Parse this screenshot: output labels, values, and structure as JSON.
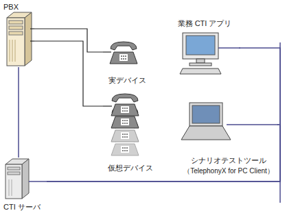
{
  "diagram": {
    "nodes": [
      {
        "text": [
          "PBX"
        ]
      },
      {
        "text": [
          "実デバイス"
        ]
      },
      {
        "text": [
          "仮想デバイス"
        ]
      },
      {
        "text": [
          "業務 CTI アプリ"
        ]
      },
      {
        "text": [
          "シナリオテストツール",
          "（TelephonyX for PC Client）"
        ]
      },
      {
        "text": [
          "CTI サーバ"
        ]
      }
    ],
    "edges": [
      {
        "from": 0,
        "to": 1,
        "arrow": "none"
      },
      {
        "from": 0,
        "to": 2,
        "arrow": "none"
      },
      {
        "from": 0,
        "to": 5,
        "arrow": "none"
      },
      {
        "from": 5,
        "to": 3,
        "arrow": "none"
      },
      {
        "from": 5,
        "to": 4,
        "arrow": "none"
      }
    ]
  }
}
